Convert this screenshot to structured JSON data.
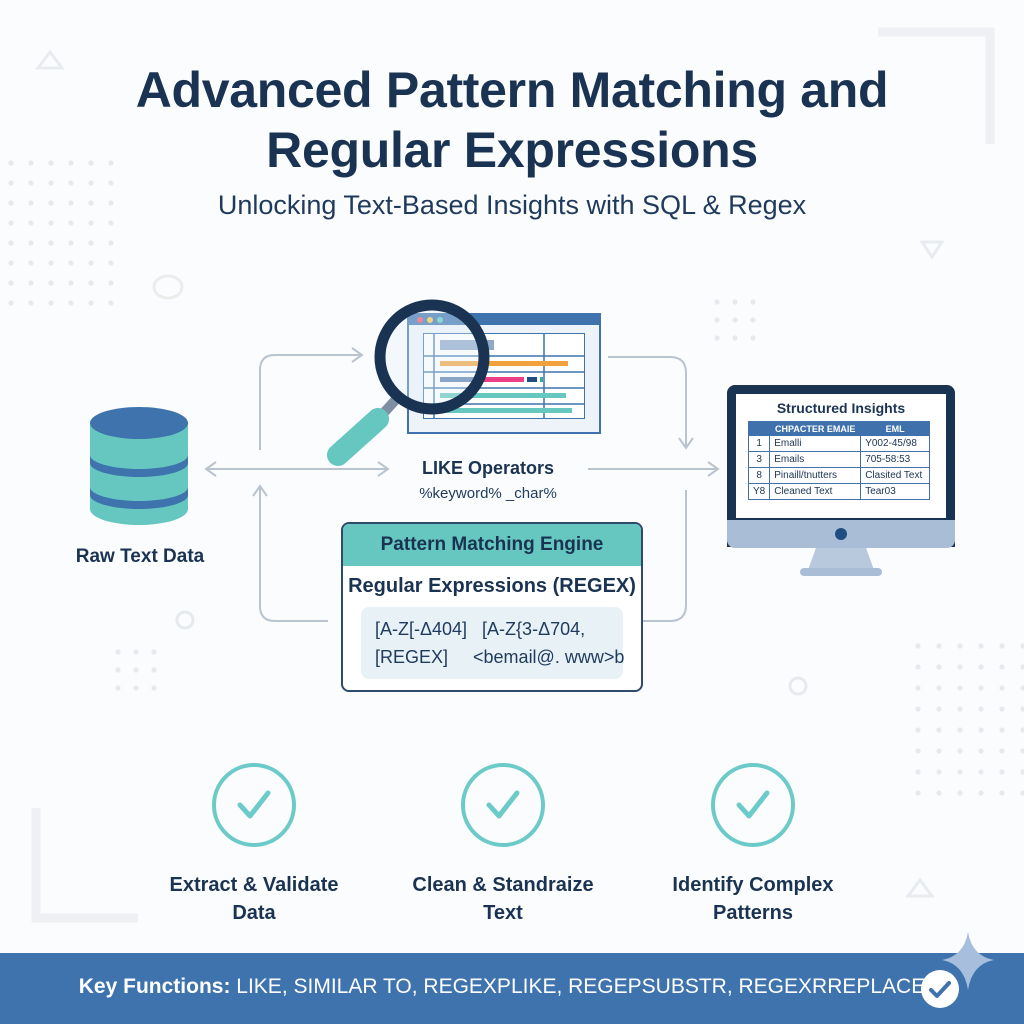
{
  "header": {
    "title_line1": "Advanced Pattern Matching and",
    "title_line2": "Regular Expressions",
    "subtitle": "Unlocking Text-Based Insights with SQL & Regex"
  },
  "source": {
    "icon": "database-icon",
    "label": "Raw Text Data"
  },
  "search_window": {
    "icon": "magnifier-icon",
    "window_dots": [
      "#f0506e",
      "#f5c542",
      "#5cc8c0"
    ]
  },
  "like_operators": {
    "title": "LIKE Operators",
    "example": "%keyword% _char%"
  },
  "engine": {
    "header": "Pattern Matching Engine",
    "subtitle": "Regular Expressions (REGEX)",
    "code_line1": "[A-Z[-Δ404]   [A-Z{3-Δ704,",
    "code_line2": "[REGEX]     <bemail@. www>b"
  },
  "insights": {
    "title": "Structured Insights",
    "columns": [
      "",
      "CHPACTER EMAIE",
      "EML"
    ],
    "rows": [
      [
        "1",
        "Emalli",
        "Y002-45/98"
      ],
      [
        "3",
        "Emails",
        "705-58:53"
      ],
      [
        "8",
        "Pinaill/tnutters",
        "Clasited Text"
      ],
      [
        "Y8",
        "Cleaned Text",
        "Tear03"
      ]
    ]
  },
  "features": [
    {
      "icon": "check-circle-icon",
      "line1": "Extract & Validate",
      "line2": "Data"
    },
    {
      "icon": "check-circle-icon",
      "line1": "Clean & Standraize",
      "line2": "Text"
    },
    {
      "icon": "check-circle-icon",
      "line1": "Identify Complex",
      "line2": "Patterns"
    }
  ],
  "footer": {
    "label": "Key Functions:",
    "functions": " LIKE, SIMILAR TO, REGEXPLIKE, REGEPSUBSTR, REGEXRREPLACE"
  },
  "colors": {
    "navy": "#1b3352",
    "teal": "#65c7bf",
    "blue": "#3e73ae",
    "orange": "#f2a23c",
    "pink": "#ec3f85"
  }
}
